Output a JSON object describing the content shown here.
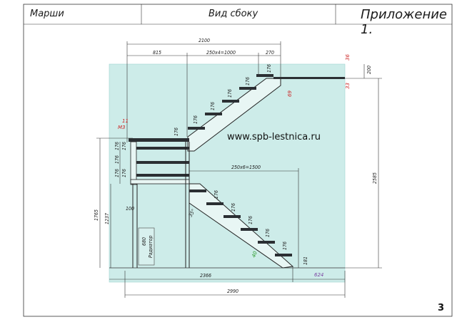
{
  "header": {
    "left": "Марши",
    "center": "Вид сбоку",
    "right": "Приложение 1."
  },
  "page_number": "3",
  "website": "www.spb-lestnica.ru",
  "labels": {
    "radiator": "Радиатор",
    "angle": "35°"
  },
  "dimensions": {
    "total_top": "2100",
    "seg_left": "815",
    "seg_mid": "250х4=1000",
    "seg_right": "270",
    "upper_run": "250х6=1500",
    "height_total": "2585",
    "height_right_top": "200",
    "red_36": "36",
    "red_33": "33",
    "red_69": "69",
    "red_11": "11",
    "red_m3": "М3",
    "left_1765": "1765",
    "left_1237": "1237",
    "left_100": "100",
    "left_680": "680",
    "riser": "176",
    "bottom_181": "181",
    "green_40": "40",
    "bottom_2366": "2366",
    "bottom_624": "624",
    "bottom_2990": "2990"
  },
  "colors": {
    "wall": "#cdece9",
    "wall_border": "#9fd6d1",
    "frame": "#222222",
    "tread": "#2b2f33",
    "dim_black": "#222222",
    "dim_red": "#cc2222",
    "dim_green": "#2a9a2a",
    "dim_purple": "#7a3fa0"
  }
}
